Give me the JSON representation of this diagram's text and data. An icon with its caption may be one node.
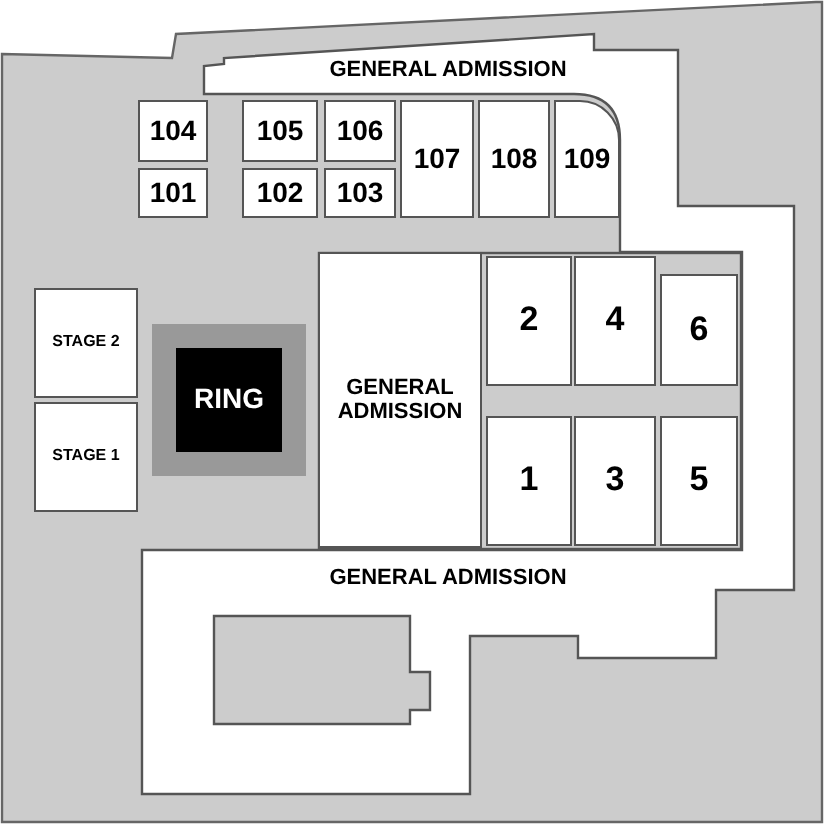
{
  "diagram": {
    "nodes": [
      {
        "text": [
          "GENERAL ADMISSION",
          "GENERAL ADMISSION"
        ]
      },
      {
        "text": [
          "104"
        ]
      },
      {
        "text": [
          "105"
        ]
      },
      {
        "text": [
          "106"
        ]
      },
      {
        "text": [
          "107"
        ]
      },
      {
        "text": [
          "108"
        ]
      },
      {
        "text": [
          "109"
        ]
      },
      {
        "text": [
          "101"
        ]
      },
      {
        "text": [
          "102"
        ]
      },
      {
        "text": [
          "103"
        ]
      },
      {
        "text": [
          "STAGE 2"
        ]
      },
      {
        "text": [
          "STAGE 1"
        ]
      },
      {
        "text": [
          "RING"
        ]
      },
      {
        "text": [],
        "shape": "box"
      },
      {
        "text": [
          "GENERAL ADMISSION"
        ],
        "in": 13
      },
      {
        "text": [
          "2"
        ],
        "in": 13
      },
      {
        "text": [
          "4"
        ],
        "in": 13
      },
      {
        "text": [
          "6"
        ],
        "in": 13
      },
      {
        "text": [
          "1"
        ],
        "in": 13
      },
      {
        "text": [
          "3"
        ],
        "in": 13
      },
      {
        "text": [
          "5"
        ],
        "in": 13
      },
      {
        "text": [],
        "shape": "box",
        "in": 0
      }
    ]
  }
}
